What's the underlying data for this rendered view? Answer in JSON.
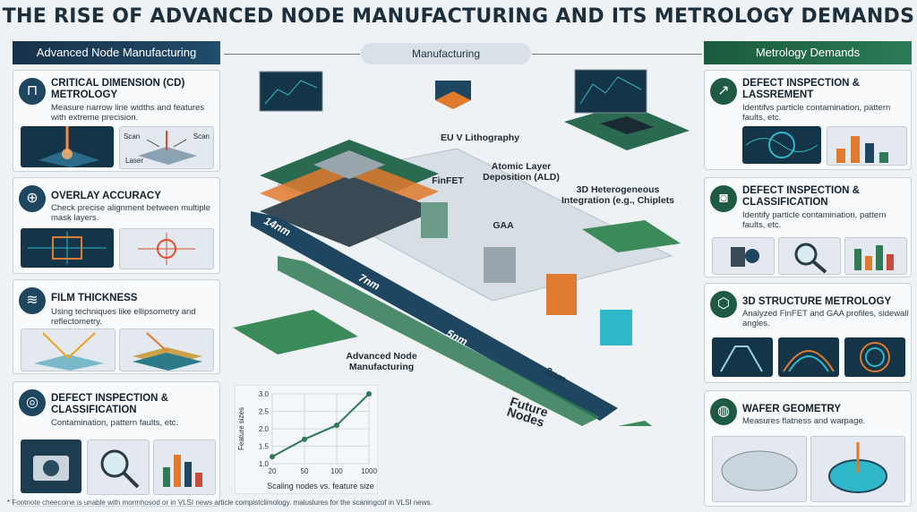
{
  "title": "THE RISE OF ADVANCED NODE MANUFACTURING AND ITS METROLOGY DEMANDS",
  "left_column": {
    "header": "Advanced Node Manufacturing",
    "panels": [
      {
        "title": "CRITICAL DIMENSION (CD) METROLOGY",
        "desc": "Measure narrow line widths and features with extreme precision.",
        "icon": "caliper-icon",
        "labels": [
          "Scan",
          "Scan",
          "Laser"
        ]
      },
      {
        "title": "OVERLAY ACCURACY",
        "desc": "Check precise alignment between multiple mask layers.",
        "icon": "crosshair-icon"
      },
      {
        "title": "FILM THICKNESS",
        "desc": "Using techniques like ellipsometry and reflectometry.",
        "icon": "layers-icon"
      },
      {
        "title": "DEFECT INSPECTION & CLASSIFICATION",
        "desc": "Contamination, pattern faults, etc.",
        "icon": "scan-icon"
      }
    ]
  },
  "right_column": {
    "header": "Metrology Demands",
    "panels": [
      {
        "title": "DEFECT INSPECTION & LASSREMENT",
        "desc": "Identifvs particle contamination, pattern faults, etc.",
        "icon": "trend-icon"
      },
      {
        "title": "DEFECT INSPECTION & CLASSIFICATION",
        "desc": "Identify particle contamination, pattern faults, etc.",
        "icon": "camera-icon"
      },
      {
        "title": "3D STRUCTURE METROLOGY",
        "desc": "Analyzed FinFET and GAA profiles, sidewall angles.",
        "icon": "cube-icon"
      },
      {
        "title": "WAFER GEOMETRY",
        "desc": "Measures flatness and warpage.",
        "icon": "wafer-icon"
      }
    ]
  },
  "center": {
    "header": "Manufacturing",
    "process_labels": {
      "euv": "EU V Lithography",
      "ald": "Atomic Layer Deposition (ALD)",
      "finfet": "FinFET",
      "gaa": "GAA",
      "hetero": "3D Heterogeneous Integration (e.g., Chiplets",
      "advanced": "Advanced Node Manufacturing",
      "future": "Future Nodes"
    },
    "nodes": [
      "14nm",
      "7nm",
      "5nm",
      "3nm"
    ]
  },
  "chart_data": {
    "type": "line",
    "title": "",
    "xlabel": "Scaling nodes vs. feature size",
    "ylabel": "Feature sizes",
    "categories": [
      "20",
      "50",
      "100",
      "1000"
    ],
    "values": [
      1.2,
      1.7,
      2.1,
      3.0
    ],
    "ylim": [
      1.0,
      3.0
    ],
    "yticks": [
      "1.0",
      "1.5",
      "2.0",
      "2.5",
      "3.0"
    ],
    "grid": true,
    "color": "#2f7a54"
  },
  "footnote": "* Footnote cheecoine is unable with mormhosod or in VLSI news article compistclimology. maluslures for the scaningcof in VLSI news.",
  "colors": {
    "navy": "#17324a",
    "green": "#1f5a44",
    "accent_orange": "#e07a2e",
    "accent_teal": "#2fb8c9"
  }
}
